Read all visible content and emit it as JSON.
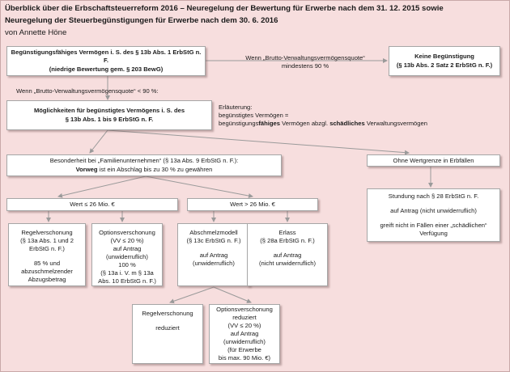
{
  "header": {
    "title_line1": "Überblick über die Erbschaftsteuerreform 2016 – Neuregelung der Bewertung für Erwerbe nach dem 31. 12. 2015 sowie",
    "title_line2": "Neuregelung der Steuerbegünstigungen für Erwerbe nach dem 30. 6. 2016",
    "author": "von Annette Höne"
  },
  "boxes": {
    "beguenstigungsfaehig": {
      "line1": "Begünstigungsfähiges Vermögen i. S. des § 13b Abs. 1 ErbStG n. F.",
      "line2": "(niedrige Bewertung gem. § 203 BewG)"
    },
    "keine_beguenstigung": {
      "line1": "Keine Begünstigung",
      "line2": "(§ 13b Abs. 2 Satz 2 ErbStG n. F.)"
    },
    "moeglichkeiten": {
      "line1": "Möglichkeiten für begünstigtes Vermögens i. S. des",
      "line2": "§ 13b Abs. 1 bis 9 ErbStG n. F."
    },
    "familienunternehmen": {
      "line1": "Besonderheit bei „Familienunternehmen“ (§ 13a Abs. 9 ErbStG n. F.):",
      "line2_bold": "Vorweg",
      "line2_rest": " ist ein Abschlag bis zu 30 % zu gewähren"
    },
    "ohne_wertgrenze": {
      "label": "Ohne Wertgrenze in Erbfällen"
    },
    "wert_le_26": {
      "label": "Wert ≤ 26 Mio. €"
    },
    "wert_gt_26": {
      "label": "Wert > 26 Mio. €"
    },
    "stundung": {
      "line1": "Stundung nach § 28 ErbStG n. F.",
      "line2": "auf Antrag (nicht unwiderruflich)",
      "line3": "greift nicht in Fällen einer „schädlichen“",
      "line4": "Verfügung"
    },
    "regelverschonung": {
      "lines": [
        "Regelverschonung",
        "(§ 13a Abs. 1 und 2",
        "ErbStG n. F.)"
      ],
      "lines2": [
        "85 % und",
        "abzuschmelzender",
        "Abzugsbetrag"
      ]
    },
    "optionsverschonung": {
      "lines": [
        "Optionsverschonung",
        "(VV ≤ 20 %)",
        "auf Antrag",
        "(unwiderruflich)",
        "100 %",
        "(§ 13a i. V. m § 13a",
        "Abs. 10 ErbStG n. F.)"
      ]
    },
    "abschmelzmodell": {
      "lines": [
        "Abschmelzmodell",
        "(§ 13c ErbStG n. F.)"
      ],
      "lines2": [
        "auf Antrag",
        "(unwiderruflich)"
      ]
    },
    "erlass": {
      "lines": [
        "Erlass",
        "(§ 28a ErbStG n. F.)"
      ],
      "lines2": [
        "auf Antrag",
        "(nicht unwiderruflich)"
      ]
    },
    "regelverschonung_red": {
      "lines": [
        "Regelverschonung"
      ],
      "lines2": [
        "reduziert"
      ]
    },
    "optionsverschonung_red": {
      "lines": [
        "Optionsverschonung",
        "reduziert",
        "(VV ≤ 20 %)",
        "auf Antrag",
        "(unwiderruflich)",
        "(für Erwerbe",
        "bis max. 90 Mio. €)"
      ]
    }
  },
  "edge_labels": {
    "quote_ge_90_line1": "Wenn „Brutto-Verwaltungsvermögensquote“",
    "quote_ge_90_line2": "mindestens 90 %",
    "quote_lt_90": "Wenn „Brutto-Verwaltungsvermögensquote“ < 90 %:"
  },
  "erlaeuterung": {
    "line1": "Erläuterung:",
    "line2": "begünstigtes Vermögen =",
    "line3_a": "begünstigungs",
    "line3_b": "fähiges",
    "line3_c": " Vermögen abzgl. ",
    "line3_d": "schädliches",
    "line3_e": " Verwaltungsvermögen"
  }
}
